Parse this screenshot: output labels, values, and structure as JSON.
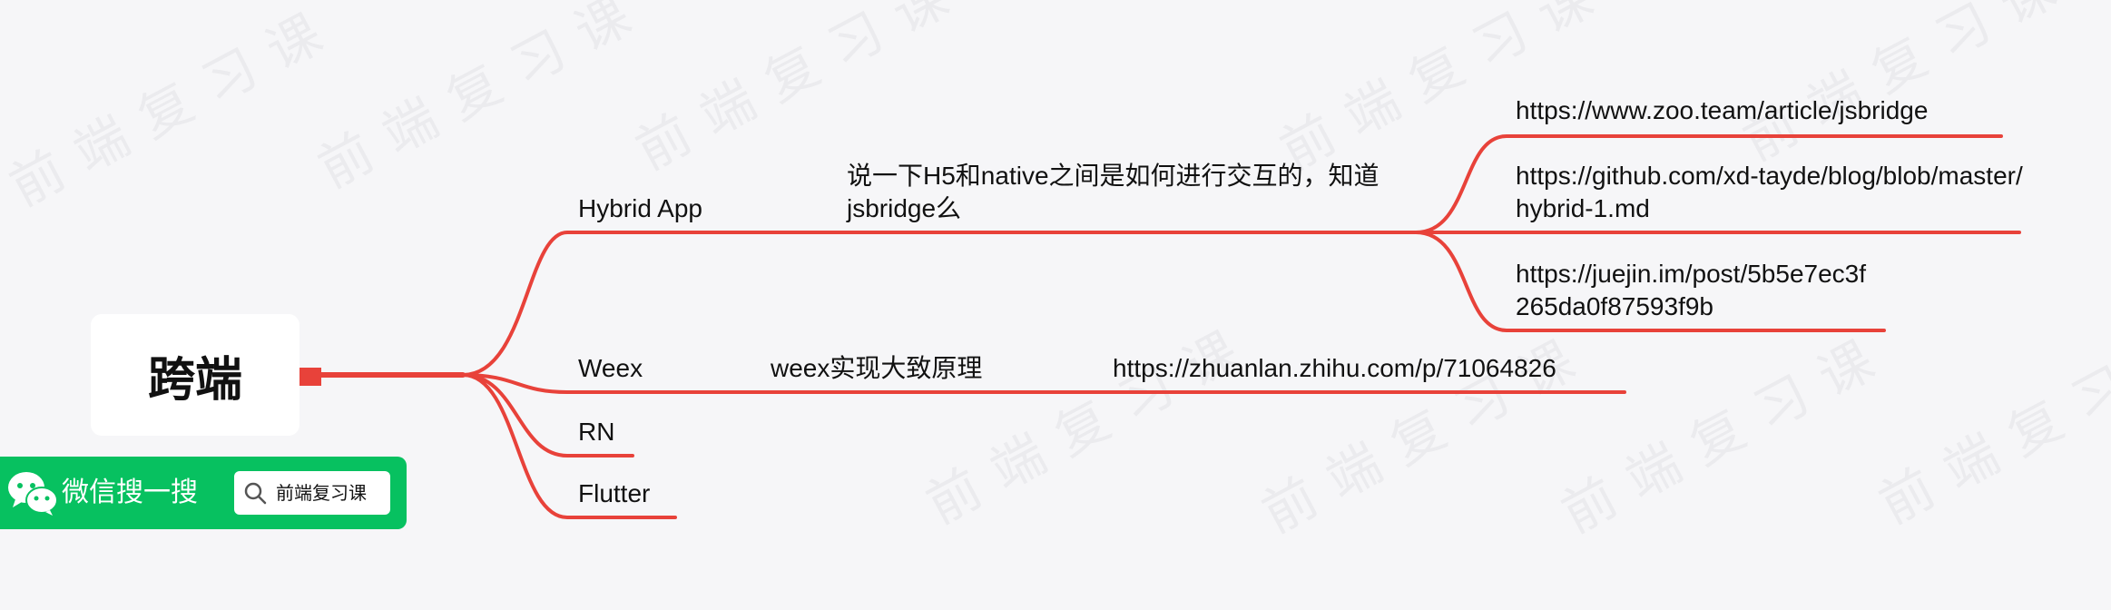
{
  "watermark": "前端复习课",
  "colors": {
    "line": "#e8423a",
    "wechat_green": "#07c160"
  },
  "root": {
    "label": "跨端"
  },
  "branches": {
    "hybrid": {
      "label": "Hybrid App",
      "question": "说一下H5和native之间是如何进行交互的，知道jsbridge么",
      "links": [
        "https://www.zoo.team/article/jsbridge",
        "https://github.com/xd-tayde/blog/blob/master/hybrid-1.md",
        "https://juejin.im/post/5b5e7ec3f265da0f87593f9b"
      ]
    },
    "weex": {
      "label": "Weex",
      "question": "weex实现大致原理",
      "link": "https://zhuanlan.zhihu.com/p/71064826"
    },
    "rn": {
      "label": "RN"
    },
    "flutter": {
      "label": "Flutter"
    }
  },
  "wechat": {
    "label": "微信搜一搜",
    "search_text": "前端复习课",
    "icon": "wechat-icon",
    "search_icon": "search-icon"
  }
}
